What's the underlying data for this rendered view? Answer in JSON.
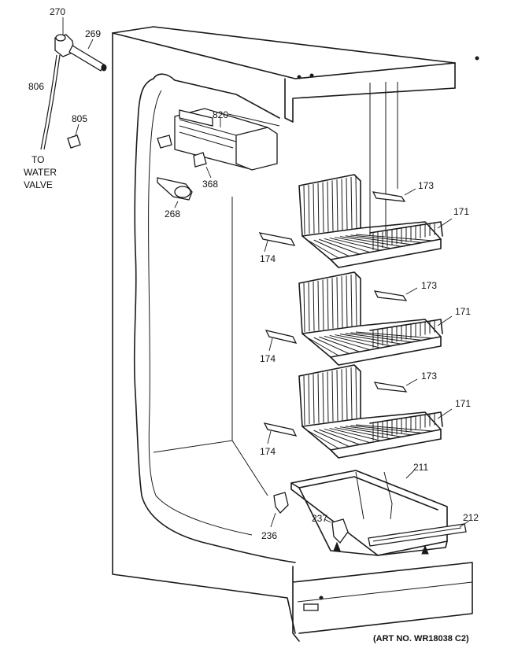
{
  "callouts": {
    "c270": "270",
    "c269": "269",
    "c806": "806",
    "c805": "805",
    "c820": "820",
    "c368": "368",
    "c268": "268",
    "c173a": "173",
    "c173b": "173",
    "c173c": "173",
    "c171a": "171",
    "c171b": "171",
    "c171c": "171",
    "c174a": "174",
    "c174b": "174",
    "c174c": "174",
    "c211": "211",
    "c212": "212",
    "c237": "237",
    "c236": "236"
  },
  "water_note": {
    "line1": "TO",
    "line2": "WATER",
    "line3": "VALVE"
  },
  "art_number": "(ART NO. WR18038 C2)"
}
